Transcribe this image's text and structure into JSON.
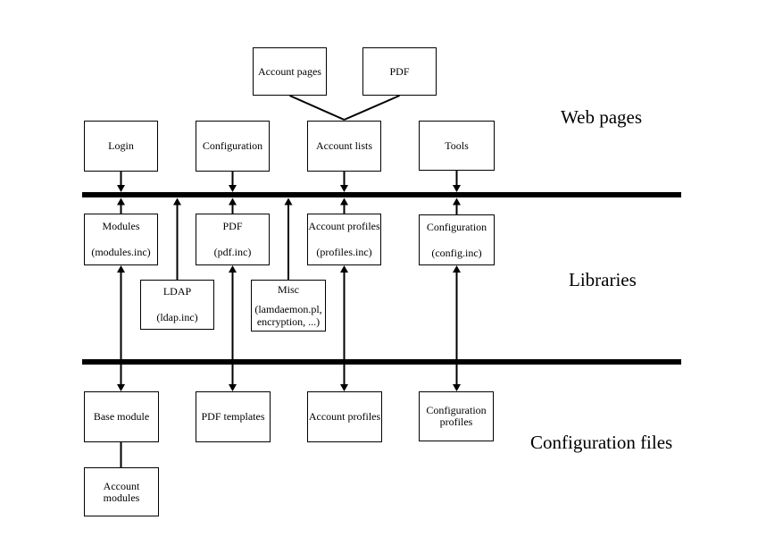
{
  "diagram": {
    "layers": [
      {
        "label": "Web pages"
      },
      {
        "label": "Libraries"
      },
      {
        "label": "Configuration files"
      }
    ],
    "boxes": {
      "account_pages": {
        "lines": [
          "Account pages"
        ]
      },
      "pdf_page": {
        "lines": [
          "PDF"
        ]
      },
      "login": {
        "lines": [
          "Login"
        ]
      },
      "configuration_page": {
        "lines": [
          "Configuration"
        ]
      },
      "account_lists": {
        "lines": [
          "Account lists"
        ]
      },
      "tools": {
        "lines": [
          "Tools"
        ]
      },
      "modules_lib": {
        "lines": [
          "Modules",
          "(modules.inc)"
        ]
      },
      "pdf_lib": {
        "lines": [
          "PDF",
          "(pdf.inc)"
        ]
      },
      "account_profiles_lib": {
        "lines": [
          "Account profiles",
          "(profiles.inc)"
        ]
      },
      "config_lib": {
        "lines": [
          "Configuration",
          "(config.inc)"
        ]
      },
      "ldap_lib": {
        "lines": [
          "LDAP",
          "(ldap.inc)"
        ]
      },
      "misc_lib": {
        "lines": [
          "Misc",
          "(lamdaemon.pl,",
          "encryption, ...)"
        ]
      },
      "base_module": {
        "lines": [
          "Base module"
        ]
      },
      "pdf_templates": {
        "lines": [
          "PDF templates"
        ]
      },
      "account_profiles_file": {
        "lines": [
          "Account profiles"
        ]
      },
      "config_profiles": {
        "lines": [
          "Configuration",
          "profiles"
        ]
      },
      "account_modules": {
        "lines": [
          "Account modules"
        ]
      }
    }
  }
}
